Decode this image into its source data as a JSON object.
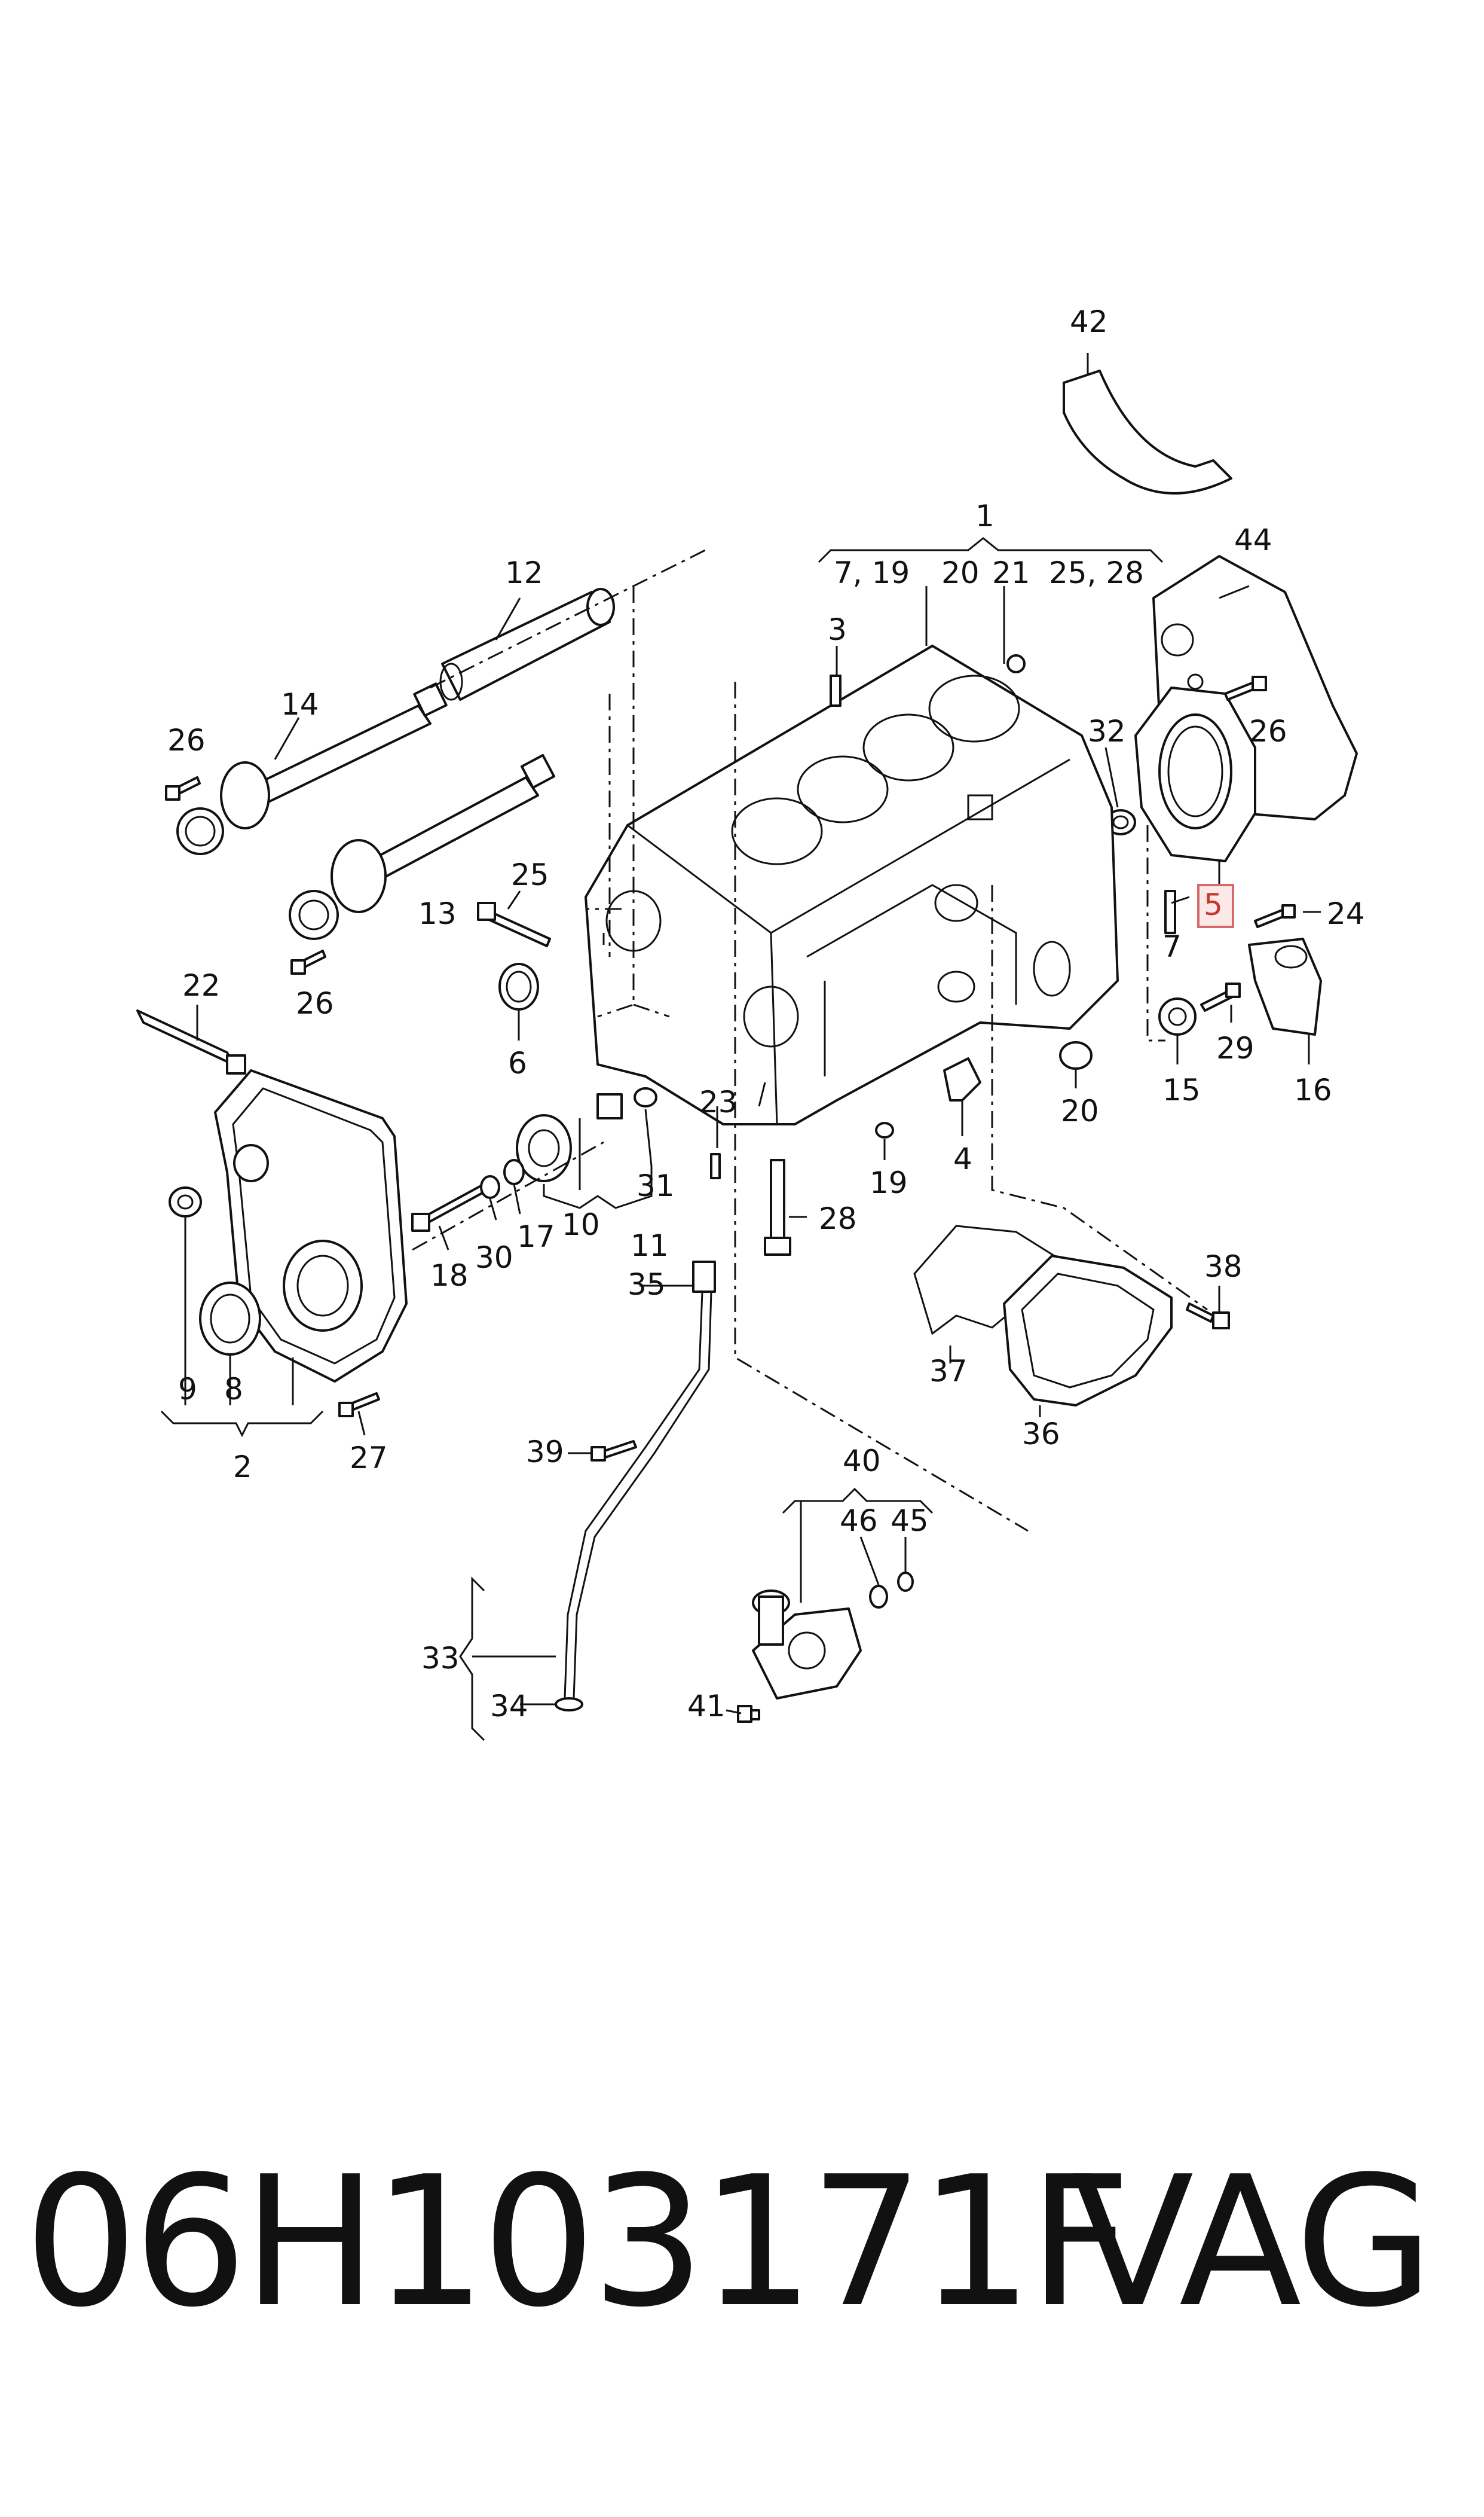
{
  "callouts": {
    "c1": "1",
    "c1_sub_a": "7, 19",
    "c1_sub_b": "20",
    "c1_sub_c": "21",
    "c1_sub_d": "25, 28",
    "c2": "2",
    "c3": "3",
    "c4": "4",
    "c5": "5",
    "c6": "6",
    "c7": "7",
    "c8": "8",
    "c9": "9",
    "c10": "10",
    "c11": "11",
    "c12": "12",
    "c13": "13",
    "c14": "14",
    "c15": "15",
    "c16": "16",
    "c17": "17",
    "c18": "18",
    "c19": "19",
    "c20": "20",
    "c22": "22",
    "c23": "23",
    "c24": "24",
    "c25": "25",
    "c26a": "26",
    "c26b": "26",
    "c26c": "26",
    "c27": "27",
    "c28": "28",
    "c29": "29",
    "c30": "30",
    "c31": "31",
    "c32": "32",
    "c33": "33",
    "c34": "34",
    "c35": "35",
    "c36": "36",
    "c37": "37",
    "c38": "38",
    "c39": "39",
    "c40": "40",
    "c41": "41",
    "c42": "42",
    "c44": "44",
    "c45": "45",
    "c46": "46"
  },
  "highlighted_callout": "5",
  "colors": {
    "line": "#111111",
    "highlight_fill": "#fde8e8",
    "highlight_stroke": "#d46a6a"
  },
  "footer": {
    "part_number": "06H103171F",
    "brand": "VAG"
  }
}
